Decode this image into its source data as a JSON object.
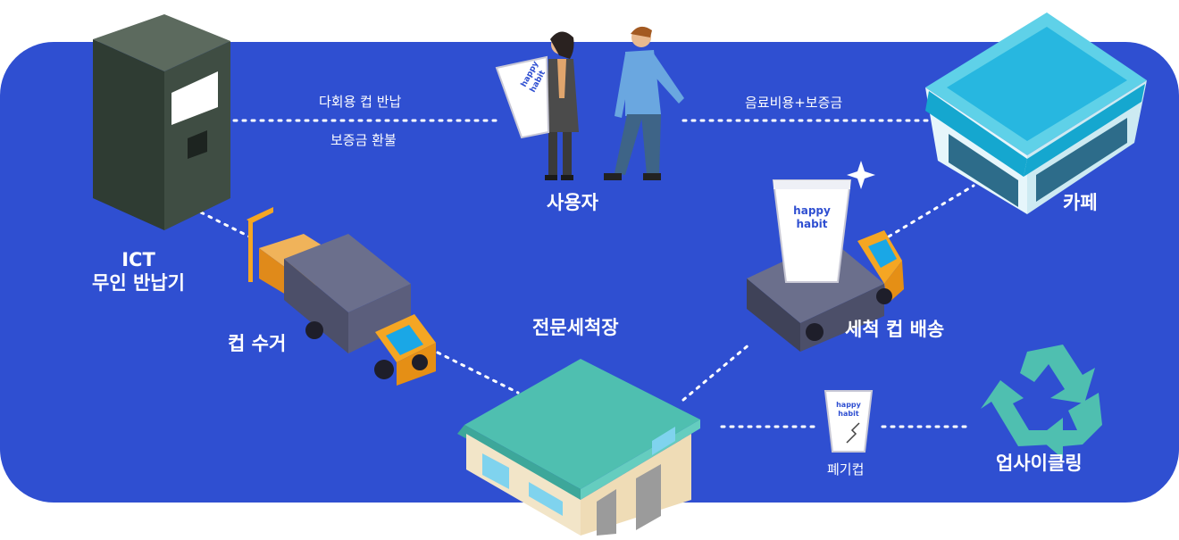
{
  "colors": {
    "board": "#2f4fd1",
    "text": "#ffffff",
    "accent_teal": "#4fbfb0",
    "truck_orange": "#f5a623"
  },
  "nodes": {
    "ict_line1": "ICT",
    "ict_line2": "무인 반납기",
    "user": "사용자",
    "cafe": "카페",
    "collect": "컵 수거",
    "washer": "전문세척장",
    "deliver": "세척 컵 배송",
    "upcycle": "업사이클링"
  },
  "edges": {
    "return_cup": "다회용 컵 반납",
    "refund": "보증금 환불",
    "payment": "음료비용+보증금",
    "waste_cup": "폐기컵"
  },
  "cup_brand": {
    "line1": "happy",
    "line2": "habit"
  },
  "icons": [
    "kiosk-icon",
    "people-icon",
    "cafe-icon",
    "collection-truck-icon",
    "factory-icon",
    "delivery-truck-icon",
    "recycle-icon",
    "cup-icon",
    "sparkle-icon"
  ]
}
